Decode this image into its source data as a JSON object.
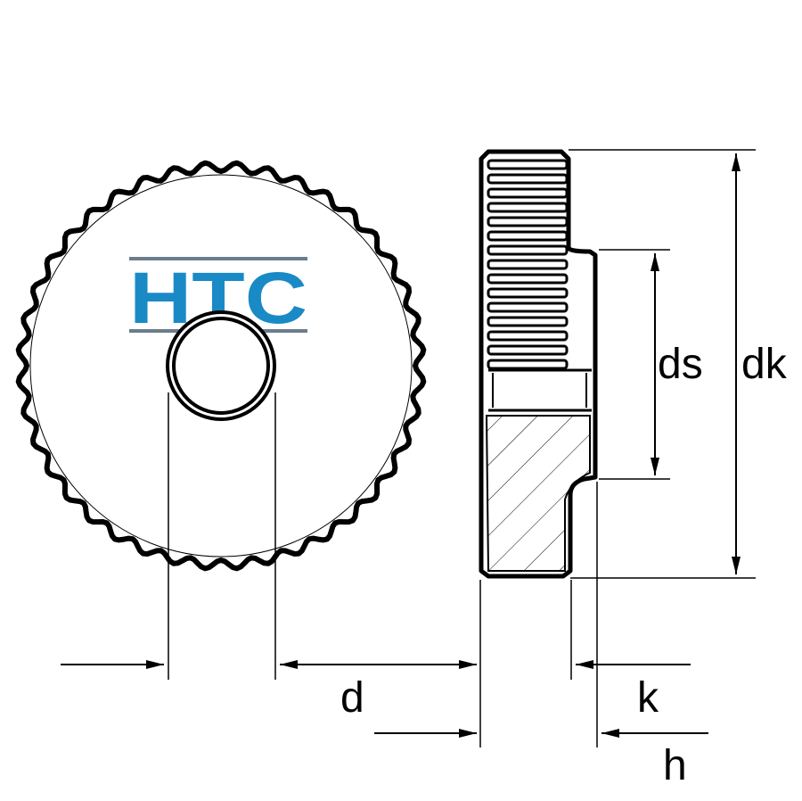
{
  "logo": {
    "text": "HTC",
    "color": "#1a8ac6",
    "rule_color": "#6b7d8a"
  },
  "labels": {
    "d": "d",
    "ds": "ds",
    "dk": "dk",
    "k": "k",
    "h": "h"
  },
  "knurl": {
    "teeth": 40
  },
  "colors": {
    "line": "#000000",
    "background": "#ffffff"
  }
}
